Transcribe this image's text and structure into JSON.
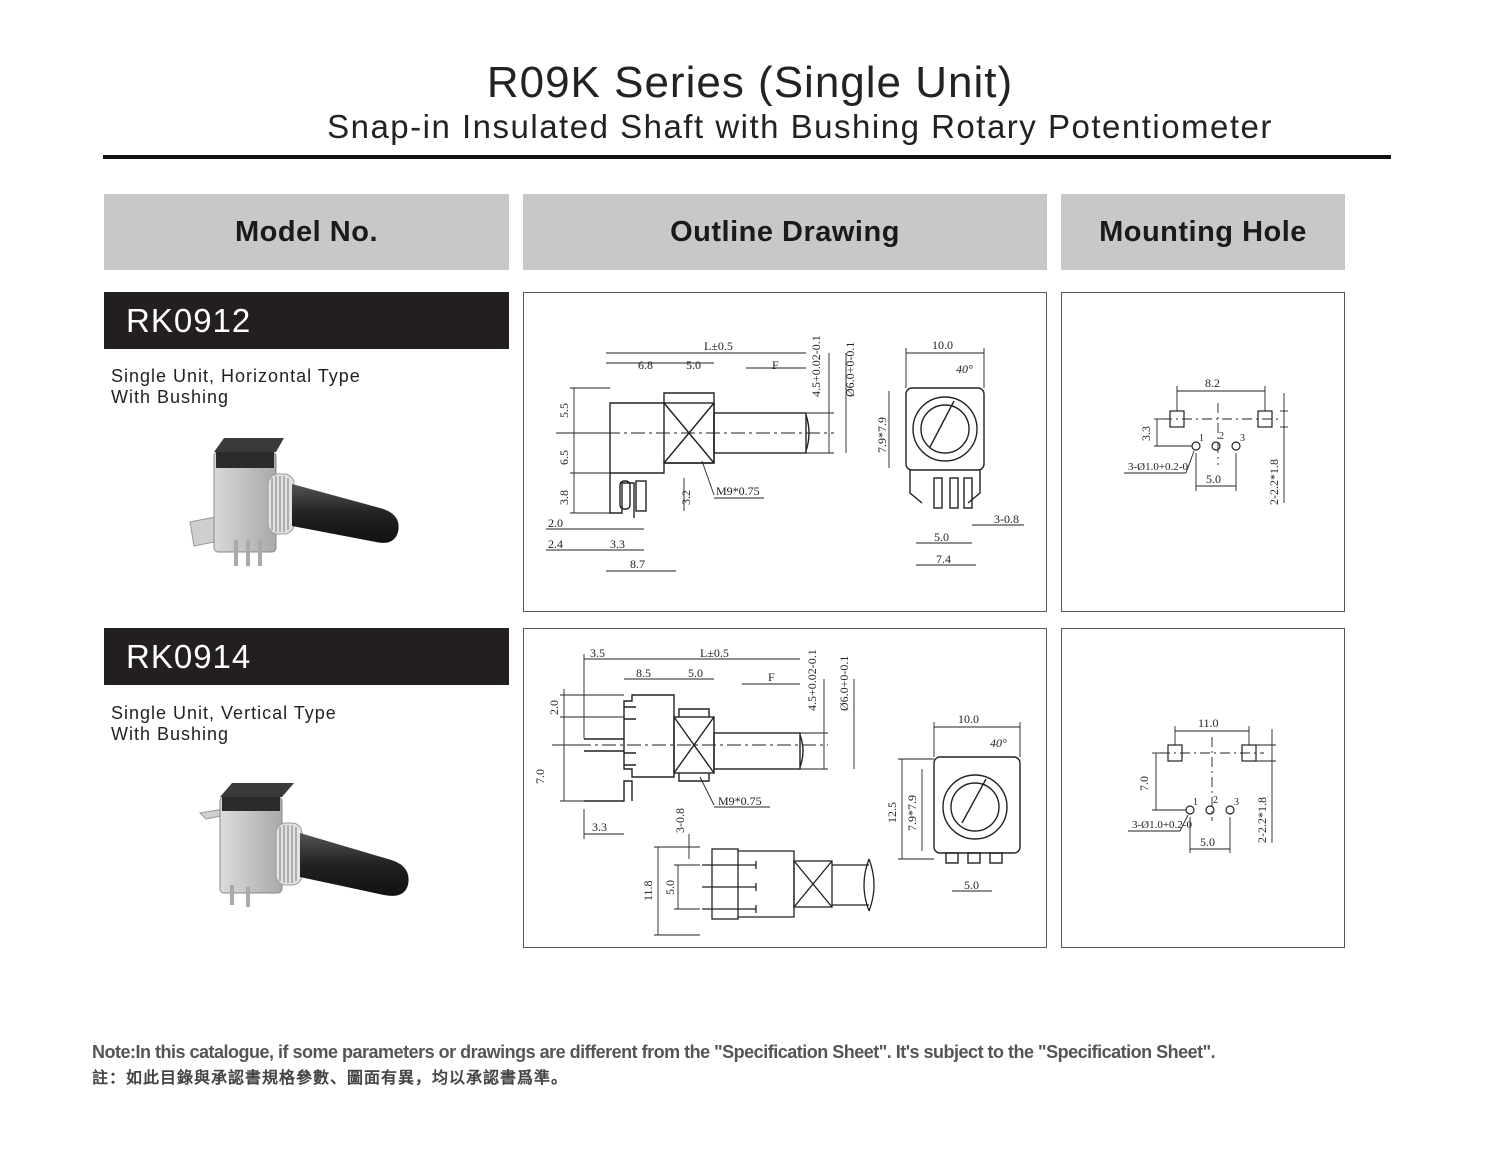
{
  "title": "R09K Series (Single Unit)",
  "subtitle": "Snap-in Insulated Shaft with Bushing Rotary Potentiometer",
  "headers": {
    "model": "Model No.",
    "outline": "Outline Drawing",
    "mounting": "Mounting Hole"
  },
  "models": [
    {
      "name": "RK0912",
      "desc_line1": "Single Unit, Horizontal Type",
      "desc_line2": "With Bushing"
    },
    {
      "name": "RK0914",
      "desc_line1": "Single Unit, Vertical Type",
      "desc_line2": "With Bushing"
    }
  ],
  "drawing1": {
    "L": "L±0.5",
    "d68": "6.8",
    "d50": "5.0",
    "F": "F",
    "d45": "4.5+0.02-0.1",
    "d60": "Ø6.0+0-0.1",
    "d55": "5.5",
    "d65": "6.5",
    "d38": "3.8",
    "d32": "3.2",
    "d20": "2.0",
    "d24": "2.4",
    "d33": "3.3",
    "d87": "8.7",
    "m9": "M9*0.75",
    "w100": "10.0",
    "ang": "40°",
    "sq": "7.9*7.9",
    "p308": "3-0.8",
    "p50": "5.0",
    "p74": "7.4"
  },
  "mount1": {
    "d82": "8.2",
    "d33": "3.3",
    "hole": "3-Ø1.0+0.2-0",
    "d50": "5.0",
    "p": "2-2.2*1.8",
    "n1": "1",
    "n2": "2",
    "n3": "3"
  },
  "drawing2": {
    "d35": "3.5",
    "L": "L±0.5",
    "d85": "8.5",
    "d50": "5.0",
    "F": "F",
    "d45": "4.5+0.02-0.1",
    "d60": "Ø6.0+0-0.1",
    "d20": "2.0",
    "d70": "7.0",
    "d33": "3.3",
    "m9": "M9*0.75",
    "d308": "3-0.8",
    "d118": "11.8",
    "d50b": "5.0",
    "w100": "10.0",
    "ang": "40°",
    "d125": "12.5",
    "sq": "7.9*7.9",
    "p50": "5.0"
  },
  "mount2": {
    "d110": "11.0",
    "d70": "7.0",
    "hole": "3-Ø1.0+0.2-0",
    "d50": "5.0",
    "p": "2-2.2*1.8",
    "n1": "1",
    "n2": "2",
    "n3": "3"
  },
  "note_en": "Note:In this catalogue, if some parameters or drawings are different from the \"Specification Sheet\". It's subject to the \"Specification Sheet\".",
  "note_zh": "註：如此目錄與承認書規格參數、圖面有異，均以承認書爲準。"
}
